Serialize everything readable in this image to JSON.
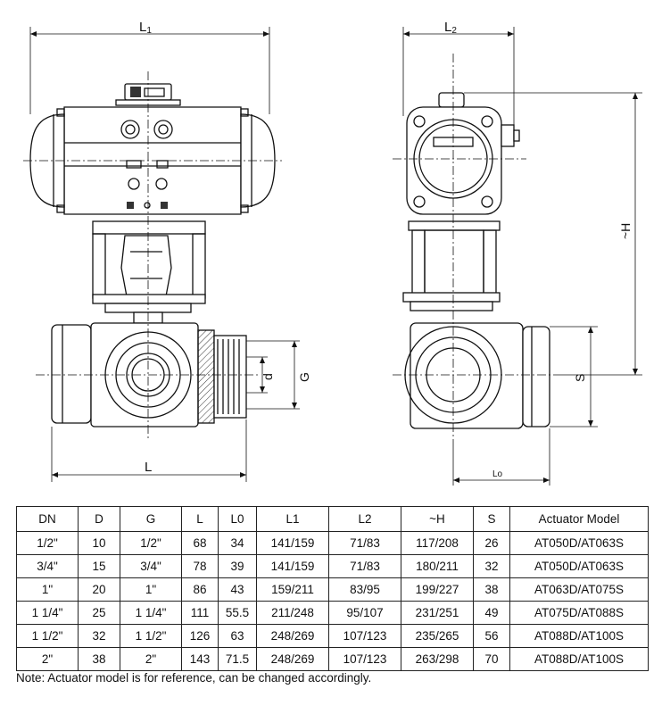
{
  "drawing": {
    "front_view": {
      "dims": {
        "L1": "L",
        "L1_sub": "1",
        "L": "L",
        "d": "d",
        "G": "G"
      }
    },
    "side_view": {
      "dims": {
        "L2": "L",
        "L2_sub": "2",
        "H": "~H",
        "S": "S",
        "Lo": "Lo"
      }
    }
  },
  "table": {
    "headers": [
      "DN",
      "D",
      "G",
      "L",
      "L0",
      "L1",
      "L2",
      "~H",
      "S",
      "Actuator Model"
    ],
    "rows": [
      [
        "1/2\"",
        "10",
        "1/2\"",
        "68",
        "34",
        "141/159",
        "71/83",
        "117/208",
        "26",
        "AT050D/AT063S"
      ],
      [
        "3/4\"",
        "15",
        "3/4\"",
        "78",
        "39",
        "141/159",
        "71/83",
        "180/211",
        "32",
        "AT050D/AT063S"
      ],
      [
        "1\"",
        "20",
        "1\"",
        "86",
        "43",
        "159/211",
        "83/95",
        "199/227",
        "38",
        "AT063D/AT075S"
      ],
      [
        "1 1/4\"",
        "25",
        "1 1/4\"",
        "111",
        "55.5",
        "211/248",
        "95/107",
        "231/251",
        "49",
        "AT075D/AT088S"
      ],
      [
        "1 1/2\"",
        "32",
        "1 1/2\"",
        "126",
        "63",
        "248/269",
        "107/123",
        "235/265",
        "56",
        "AT088D/AT100S"
      ],
      [
        "2\"",
        "38",
        "2\"",
        "143",
        "71.5",
        "248/269",
        "107/123",
        "263/298",
        "70",
        "AT088D/AT100S"
      ]
    ]
  },
  "note": "Note: Actuator model is for reference, can be changed accordingly."
}
